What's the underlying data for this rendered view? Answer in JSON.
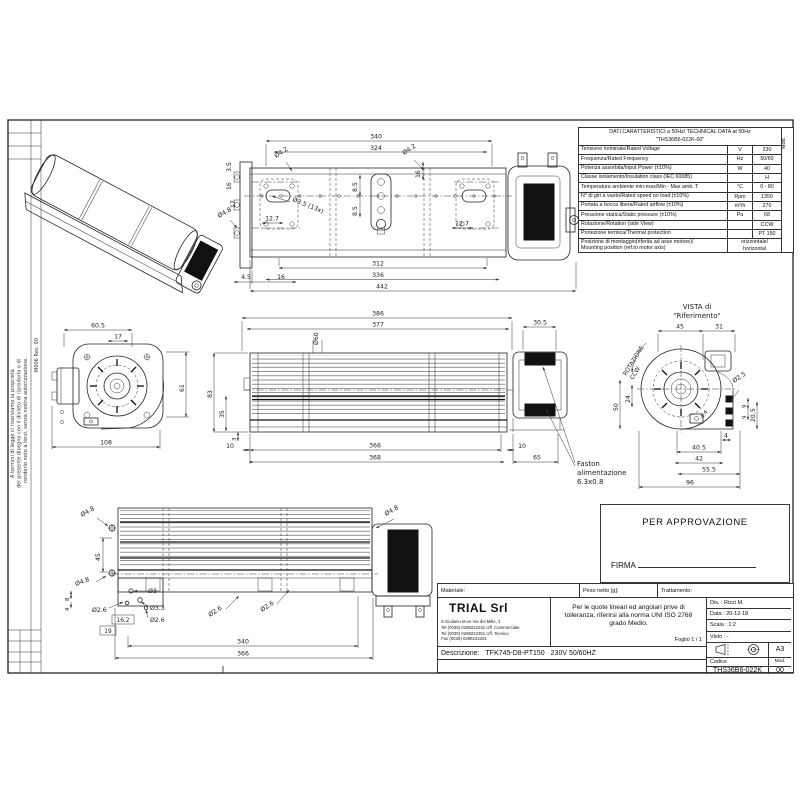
{
  "frame": {
    "legal1": "A termini di legge ci riserviamo la proprietà",
    "legal2": "del presente disegno con il divieto di riprodurlo o di",
    "legal3": "renderlo noto a terzi, senza nostra autorizzazione.",
    "form_ref": "M006 Rev. 00"
  },
  "tech_table": {
    "title1": "DATI CARATTERISTICI a 50Hz/ TECHNICAL DATA at 50Hz",
    "title2": "\"THS36B6-022K-00\"",
    "mod_col": "Mod.",
    "rows": [
      {
        "label": "Tensione  nominale/Rated Voltage",
        "unit": "V",
        "value": "230"
      },
      {
        "label": "Frequenza/Rated Frequency",
        "unit": "Hz",
        "value": "50/60"
      },
      {
        "label": "Potenza assorbita/Input Power (±10%)",
        "unit": "W",
        "value": "40"
      },
      {
        "label": "Classe isolamento/Insulation class (IEC 60085)",
        "unit": "",
        "value": "H"
      },
      {
        "label": "Temperatura ambiente min-max/Min - Max amb. T",
        "unit": "°C",
        "value": "0 - 80"
      },
      {
        "label": "N° di giri a vuoto/Rated speed no load (±10%)",
        "unit": "Rpm",
        "value": "1350"
      },
      {
        "label": "Portata a bocca libera/Rated airflow (±10%)",
        "unit": "m³/h",
        "value": "270"
      },
      {
        "label": "Pressione statica/Static pressure (±10%)",
        "unit": "Pa",
        "value": "68"
      },
      {
        "label": "Rotazione/Rotation (side View)",
        "unit": "",
        "value": "CCW"
      },
      {
        "label": "Protezione termica/Thermal protection",
        "unit": "",
        "value": "PT 150"
      },
      {
        "label1": "Posizione di montaggio(riferita ad asse motore)/",
        "label2": "Mounting position (ref.to motor axis)",
        "value1": "orizzontale/",
        "value2": "horizontal"
      }
    ]
  },
  "dims": {
    "d340": "340",
    "d324": "324",
    "d312": "312",
    "d336": "336",
    "d442": "442",
    "d4_2": "Ø4.2",
    "d3_5_13x": "Ø3.5 (13x)",
    "d12_7": "12.7",
    "d8_5": "8.5",
    "d16": "16",
    "d4_5": "4.5",
    "d3_5": "3.5",
    "d17": "17",
    "d4_8": "Ø4.8",
    "d386": "386",
    "d377": "377",
    "d60": "Ø60",
    "d83": "83",
    "d35": "35",
    "d3": "3",
    "d10": "10",
    "d366": "366",
    "d368": "368",
    "d30_5": "30.5",
    "d65": "65",
    "d60_5": "60.5",
    "d61": "61",
    "d108": "108",
    "d45": "45",
    "d31": "31",
    "d24": "24",
    "d50": "50",
    "d2_5": "Ø2.5",
    "d9": "9",
    "d20_5": "20.5",
    "d4_4": "4.4",
    "d4": "4",
    "d40_5": "40.5",
    "d42": "42",
    "d55_5": "55.5",
    "d96": "96",
    "d2_6": "Ø2.6",
    "d3d": "Ø3",
    "d3_3": "Ø3.3",
    "d16_2": "16.2",
    "d19": "19",
    "d8": "8"
  },
  "labels": {
    "vista1": "VISTA di",
    "vista2": "\"Riferimento\"",
    "rotazione": "ROTAZIONE",
    "ccw": "CCW",
    "faston1": "Faston",
    "faston2": "alimentazione",
    "faston3": "6.3x0.8"
  },
  "approval": {
    "title": "PER APPROVAZIONE",
    "signature_label": "FIRMA"
  },
  "title_block": {
    "materiale_label": "Materiale:",
    "peso_label": "Peso netto [g]:",
    "trattamento_label": "Trattamento:",
    "company_name": "TRIAL Srl",
    "company_address": "S.Giuliano M.se Via dei Mille, 3",
    "company_tel1": "Tel  (0039) 0298222231 Uff. Commerciale",
    "company_tel2": "Tel  (0039) 0298222351 Uff. Tecnico",
    "company_fax": "Fax (0039) 0298243291",
    "tolerance_line1": "Per le quote lineari ed angolari prive di",
    "tolerance_line2": "tolleranza, riferirsi alla norma UNI ISO 2768",
    "tolerance_line3": "grado Medio.",
    "foglio": "Foglio 1 /  1",
    "dis": "Dis. :  Rizzi M.",
    "data": "Data :  20-12-18",
    "scala": "Scala :   1:2",
    "visto": "Visto :      -",
    "format": "A3",
    "codice_label": "Codice",
    "mod_label": "Mod.",
    "codice": "THS36B6-022K",
    "mod": "00",
    "descrizione_label": "Descrizione:",
    "descrizione": "TFK745-D8-PT150",
    "voltage": "230V 50/60HZ"
  }
}
